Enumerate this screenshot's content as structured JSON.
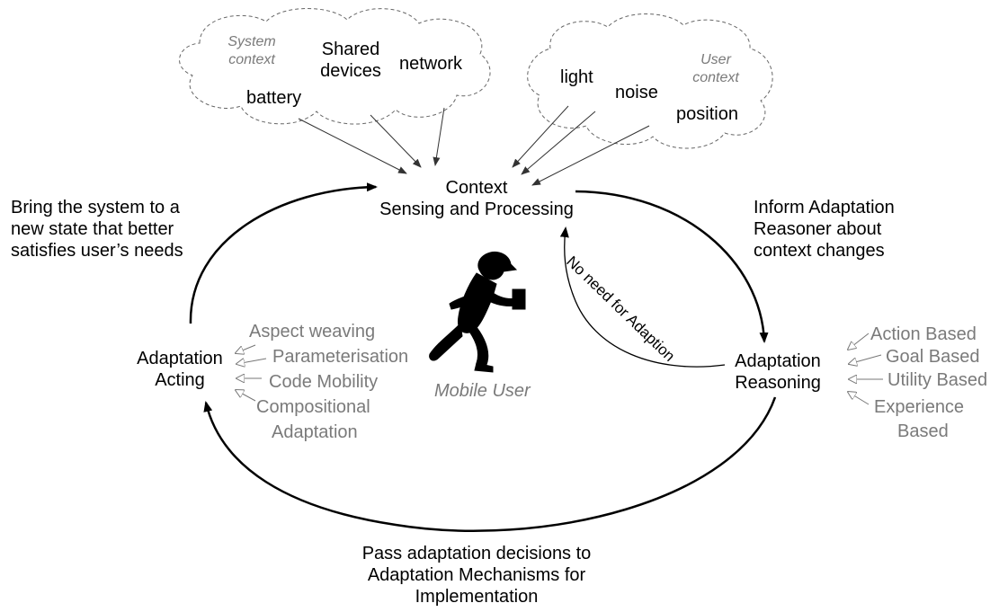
{
  "system_context": {
    "heading": [
      "System",
      "context"
    ],
    "items": [
      {
        "id": "shared_devices",
        "lines": [
          "Shared",
          "devices"
        ]
      },
      {
        "id": "network",
        "lines": [
          "network"
        ]
      },
      {
        "id": "battery",
        "lines": [
          "battery"
        ]
      }
    ]
  },
  "user_context": {
    "heading": [
      "User",
      "context"
    ],
    "items": [
      {
        "id": "light",
        "lines": [
          "light"
        ]
      },
      {
        "id": "noise",
        "lines": [
          "noise"
        ]
      },
      {
        "id": "position",
        "lines": [
          "position"
        ]
      }
    ]
  },
  "context_node": {
    "lines": [
      "Context",
      "Sensing and Processing"
    ]
  },
  "reasoning_node": {
    "lines": [
      "Adaptation",
      "Reasoning"
    ]
  },
  "acting_node": {
    "lines": [
      "Adaptation",
      "Acting"
    ]
  },
  "user_label": "Mobile User",
  "edge_labels": {
    "inform": [
      "Inform Adaptation",
      "Reasoner about",
      "context changes"
    ],
    "pass": [
      "Pass adaptation decisions to",
      "Adaptation Mechanisms for",
      "Implementation"
    ],
    "bring": [
      "Bring the system to a",
      "new state that better",
      "satisfies user’s needs"
    ],
    "no_need": "No need for Adaption"
  },
  "acting_mechanisms": [
    "Aspect weaving",
    "Parameterisation",
    "Code Mobility",
    "Compositional",
    "Adaptation"
  ],
  "reasoning_types": [
    "Action Based",
    "Goal Based",
    "Utility Based",
    "Experience",
    "Based"
  ]
}
